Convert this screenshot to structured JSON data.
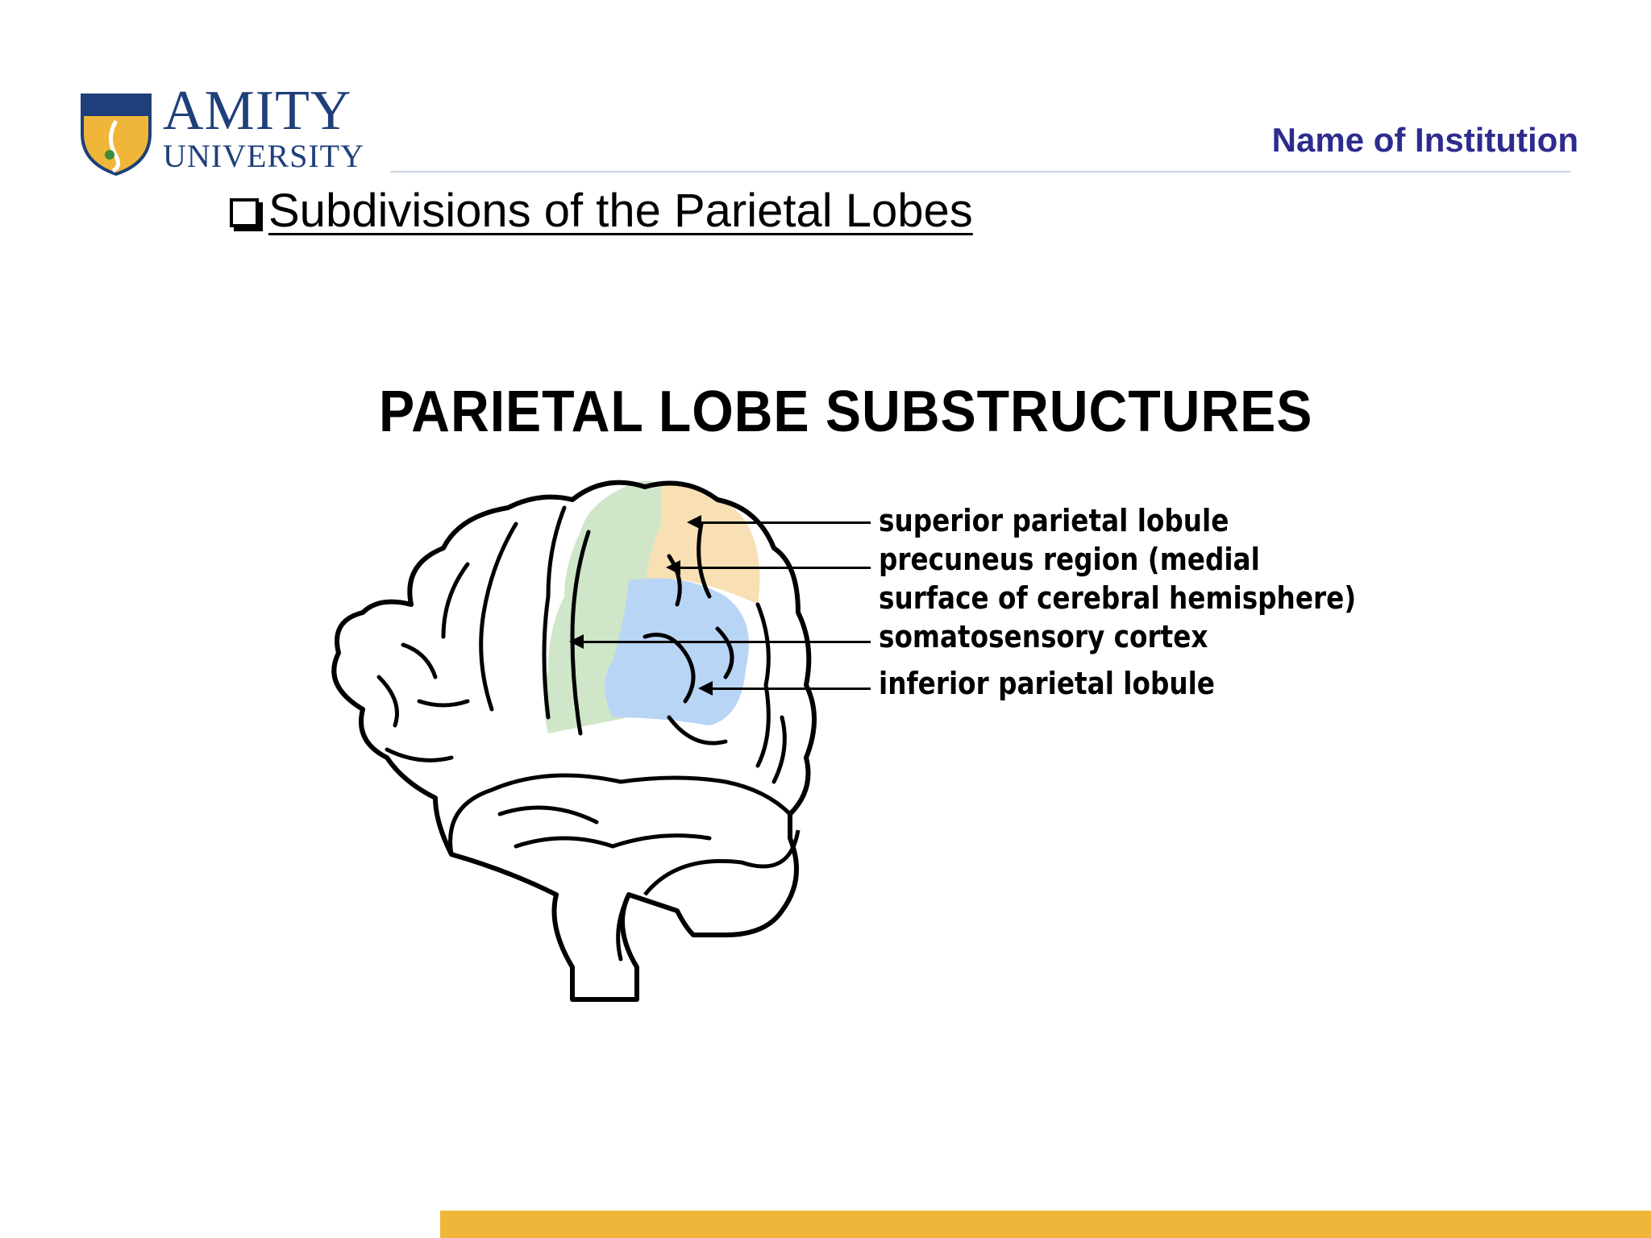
{
  "header": {
    "logo_main": "AMITY",
    "logo_sub": "UNIVERSITY",
    "institution": "Name of Institution"
  },
  "slide": {
    "title": "Subdivisions of the Parietal Lobes"
  },
  "diagram": {
    "title": "PARIETAL LOBE SUBSTRUCTURES",
    "labels": {
      "superior": "superior parietal lobule",
      "precuneus_1": "precuneus region (medial",
      "precuneus_2": "surface of cerebral hemisphere)",
      "somatosensory": "somatosensory cortex",
      "inferior": "inferior parietal lobule"
    },
    "colors": {
      "somatosensory": "#cfe6c8",
      "superior": "#f8dfb4",
      "inferior": "#b8d5f6"
    }
  },
  "colors": {
    "accent_bar": "#efb63a",
    "institution_text": "#2e2b8e",
    "logo_text": "#1f3f7a"
  }
}
